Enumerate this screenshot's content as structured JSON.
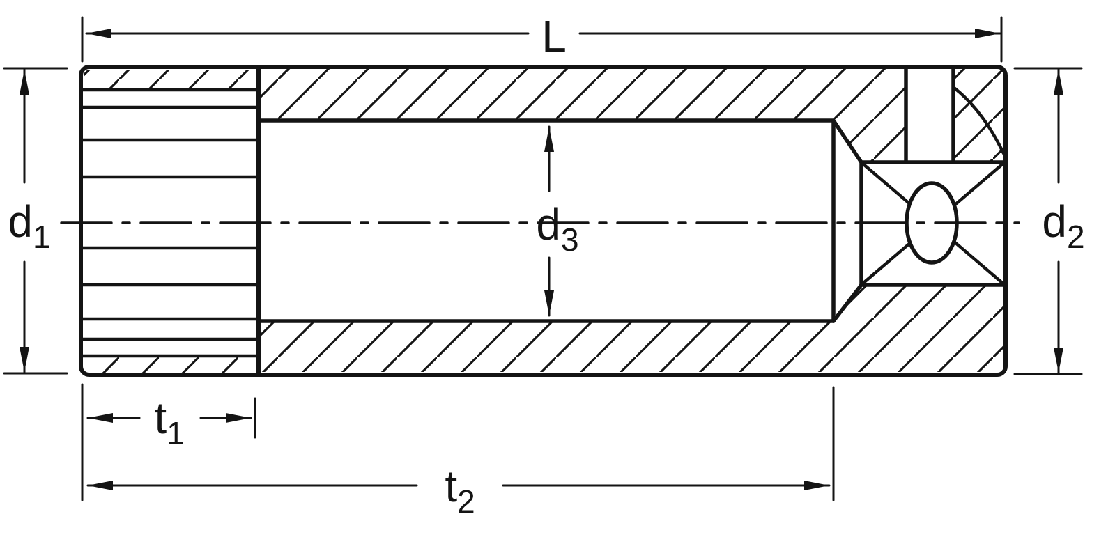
{
  "colors": {
    "line": "#141414",
    "background": "#ffffff"
  },
  "labels": {
    "L": {
      "base": "L",
      "sub": ""
    },
    "d1": {
      "base": "d",
      "sub": "1"
    },
    "d2": {
      "base": "d",
      "sub": "2"
    },
    "d3": {
      "base": "d",
      "sub": "3"
    },
    "t1": {
      "base": "t",
      "sub": "1"
    },
    "t2": {
      "base": "t",
      "sub": "2"
    }
  }
}
